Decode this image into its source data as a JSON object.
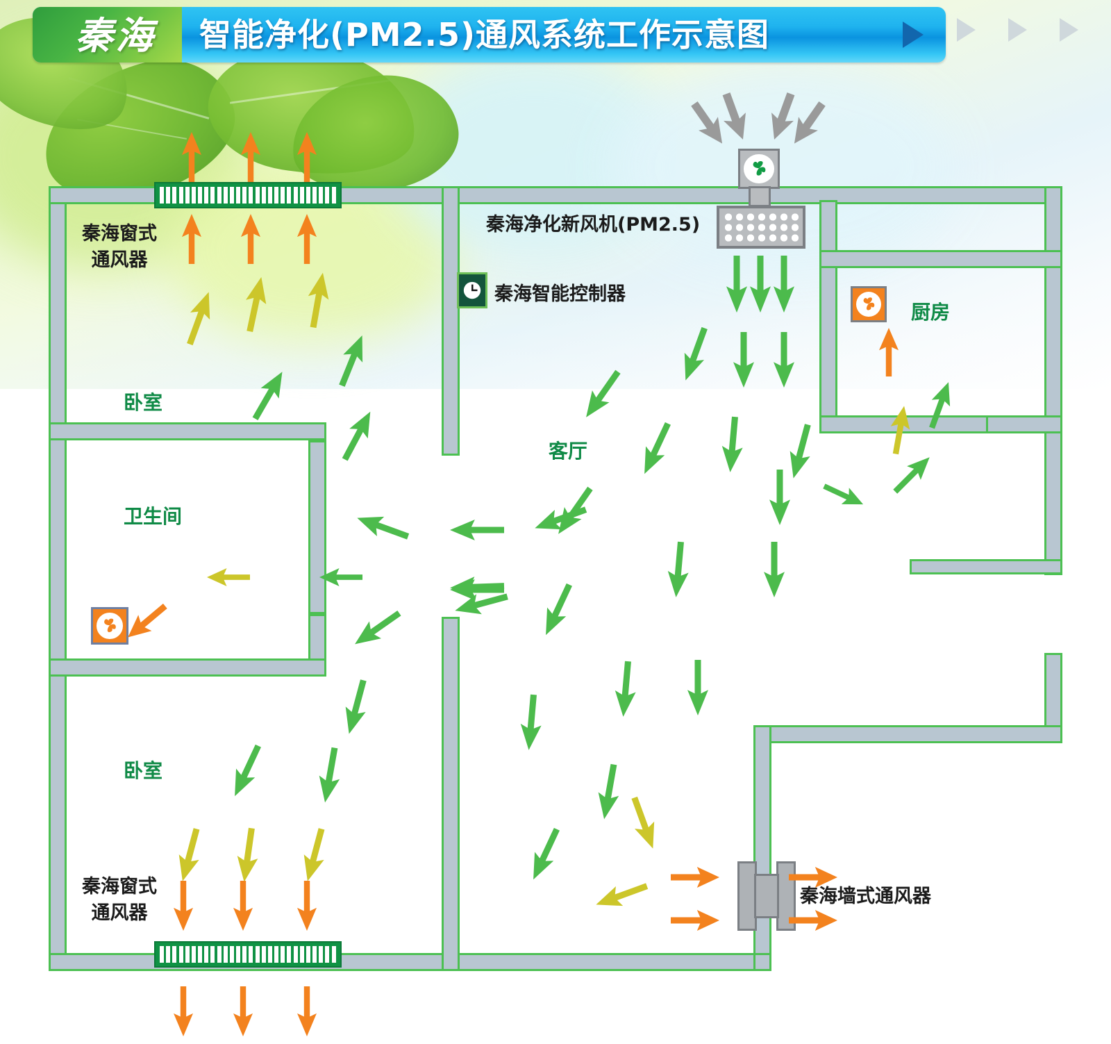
{
  "banner": {
    "logo": "秦海",
    "title": "智能净化(PM2.5)通风系统工作示意图",
    "arrow_icon": "play-triangle-icon",
    "colors": {
      "banner_blue": "#1fb3ef",
      "banner_green": "#49b544",
      "arrow_active": "#1266ad",
      "arrow_inactive": "#cfd8dc"
    }
  },
  "diagram": {
    "title_alt": "智能净化(PM2.5)通风系统工作示意图",
    "colors": {
      "wall_fill": "#b8c6d1",
      "wall_stroke": "#4cc052",
      "supply_air_green": "#4cbb4c",
      "mixed_air_yellow": "#ccc62a",
      "exhaust_air_orange": "#f3821e",
      "outdoor_air_gray": "#9a9a9a",
      "room_label_green": "#0f8a46",
      "device_label_black": "#1b1b1b",
      "vent_green": "#0f9244",
      "fan_orange": "#f3821e",
      "controller_dark_green": "#13543c"
    },
    "rooms": [
      {
        "id": "bedroom-top",
        "label": "卧室"
      },
      {
        "id": "bathroom",
        "label": "卫生间"
      },
      {
        "id": "bedroom-bottom",
        "label": "卧室"
      },
      {
        "id": "living-room",
        "label": "客厅"
      },
      {
        "id": "kitchen",
        "label": "厨房"
      }
    ],
    "devices": [
      {
        "id": "window-vent-top",
        "label_line1": "秦海窗式",
        "label_line2": "通风器",
        "icon": "window-ventilator-icon"
      },
      {
        "id": "window-vent-bottom",
        "label_line1": "秦海窗式",
        "label_line2": "通风器",
        "icon": "window-ventilator-icon"
      },
      {
        "id": "fresh-air-unit",
        "label": "秦海净化新风机(PM2.5)",
        "icon": "fan-icon"
      },
      {
        "id": "smart-controller",
        "label": "秦海智能控制器",
        "icon": "clock-icon"
      },
      {
        "id": "wall-vent",
        "label": "秦海墙式通风器",
        "icon": "wall-ventilator-icon"
      },
      {
        "id": "kitchen-exhaust-fan",
        "label": "",
        "icon": "fan-icon"
      },
      {
        "id": "bathroom-exhaust-fan",
        "label": "",
        "icon": "fan-icon"
      }
    ],
    "legend_airflow": {
      "outdoor_intake": "gray arrows into fresh air unit",
      "supply": "green arrows",
      "return": "yellow arrows",
      "exhaust": "orange arrows"
    }
  }
}
